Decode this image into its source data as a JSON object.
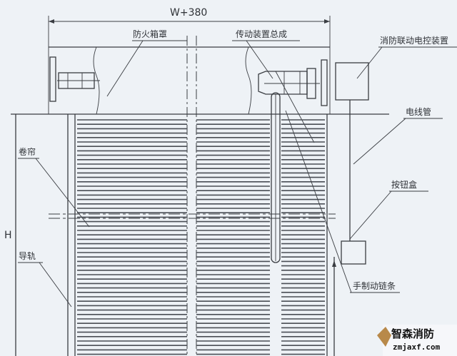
{
  "dimensions": {
    "width_label": "W+380",
    "height_label": "H"
  },
  "labels": {
    "hood": "防火箱罩",
    "drive": "传动装置总成",
    "control": "消防联动电控装置",
    "conduit": "电线管",
    "curtain": "卷帘",
    "button_box": "按钮盒",
    "guide_rail": "导轨",
    "chain": "手制动链条"
  },
  "watermark": {
    "name": "智森消防",
    "url": "zmjaxf.com"
  },
  "colors": {
    "background": "#eef2f6",
    "line": "#3a3d42"
  }
}
